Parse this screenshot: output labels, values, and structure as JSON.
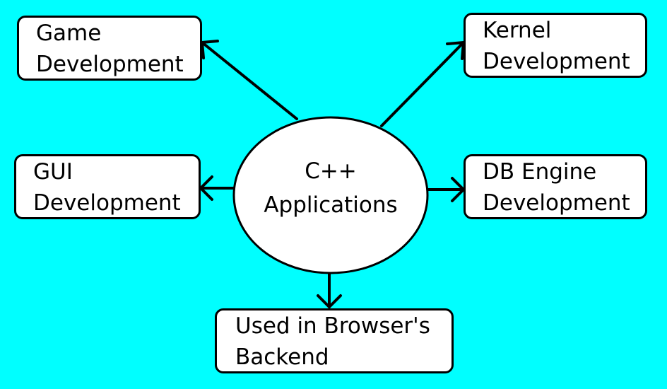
{
  "center": {
    "line1": "C++",
    "line2": "Applications"
  },
  "nodes": {
    "game": {
      "line1": "Game",
      "line2": "Development"
    },
    "kernel": {
      "line1": "Kernel",
      "line2": "Development"
    },
    "gui": {
      "line1": "GUI",
      "line2": "Development"
    },
    "db": {
      "line1": "DB Engine",
      "line2": "Development"
    },
    "browser": {
      "line1": "Used in Browser's",
      "line2": "Backend"
    }
  },
  "colors": {
    "background": "#00ffff",
    "fill": "#ffffff",
    "stroke": "#000000"
  }
}
